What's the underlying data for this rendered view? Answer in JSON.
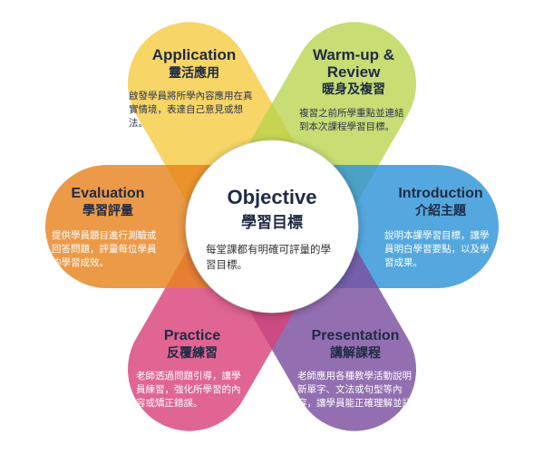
{
  "center": {
    "title": "Objective",
    "subtitle": "學習目標",
    "body": "每堂課都有明確可評量的學習目標。"
  },
  "petals": {
    "application": {
      "title": "Application",
      "subtitle": "靈活應用",
      "body": "啟發學員將所學內容應用在真實情境，表達自己意見或想法。",
      "color": "#F5C93B"
    },
    "warmup": {
      "title": "Warm-up & Review",
      "subtitle": "暖身及複習",
      "body": "複習之前所學重點並連結到本次課程學習目標。",
      "color": "#B9D44B"
    },
    "introduction": {
      "title": "Introduction",
      "subtitle": "介紹主題",
      "body": "說明本課學習目標，讓學員明白學習要點，以及學習成果。",
      "color": "#2E95D8"
    },
    "presentation": {
      "title": "Presentation",
      "subtitle": "講解課程",
      "body": "老師應用各種教學活動說明新單字、文法或句型等內容，讓學員能正確理解並記住。",
      "color": "#7B4FA0"
    },
    "practice": {
      "title": "Practice",
      "subtitle": "反覆練習",
      "body": "老師透過問題引導，讓學員練習，強化所學習的內容或矯正錯誤。",
      "color": "#D9437A"
    },
    "evaluation": {
      "title": "Evaluation",
      "subtitle": "學習評量",
      "body": "提供學員題目進行測驗或回答問題，評量每位學員的學習成效。",
      "color": "#E8841E"
    }
  }
}
